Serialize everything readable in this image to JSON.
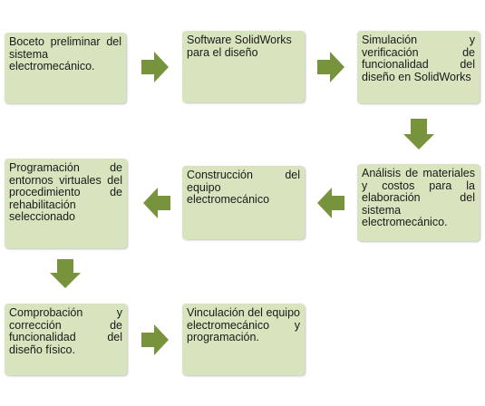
{
  "steps": [
    {
      "text": "Boceto preliminar del sistema electromecánico."
    },
    {
      "text": "Software SolidWorks para el diseño"
    },
    {
      "text": "Simulación y verificación de funcionalidad del diseño en SolidWorks"
    },
    {
      "text": "Análisis de materiales y costos para la elaboración del sistema electromecánico."
    },
    {
      "text": "Construcción del equipo electromecánico"
    },
    {
      "text": "Programación de entornos virtuales del procedimiento de rehabilitación seleccionado"
    },
    {
      "text": "Comprobación y corrección de funcionalidad del diseño físico."
    },
    {
      "text": "Vinculación del equipo electromecánico y programación."
    }
  ],
  "colors": {
    "box_fill": "#d7e4bd",
    "arrow_fill": "#77933c"
  }
}
